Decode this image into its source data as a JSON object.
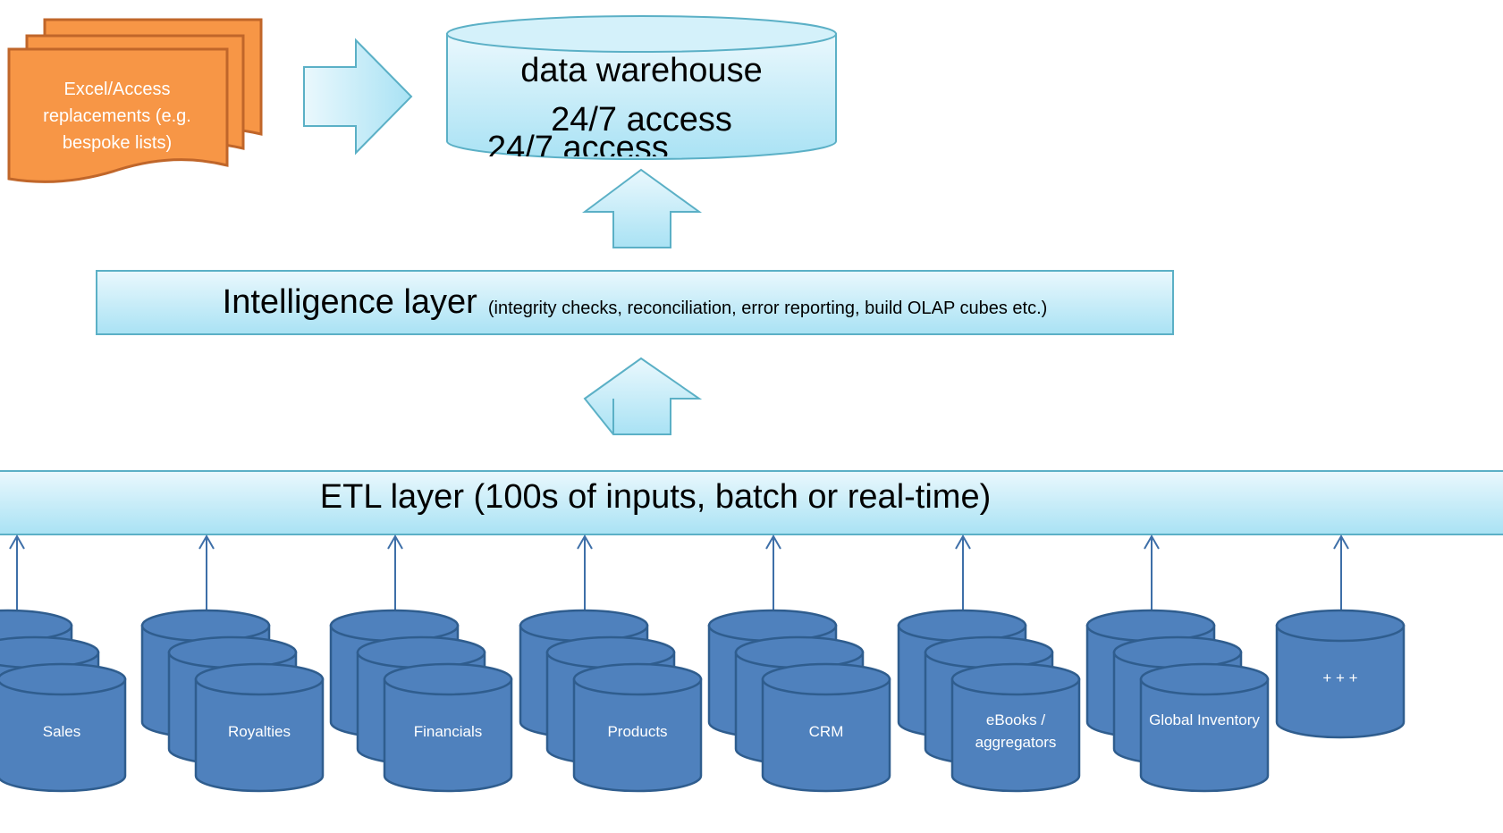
{
  "excel_replacements": {
    "text": "Excel/Access replacements (e.g. bespoke lists)"
  },
  "data_warehouse": {
    "line1": "data warehouse",
    "line2": "24/7 access"
  },
  "intelligence_layer": {
    "title": "Intelligence layer",
    "detail": "(integrity checks, reconciliation, error reporting, build OLAP cubes etc.)"
  },
  "etl_layer": {
    "text": "ETL layer (100s of inputs, batch or real-time)"
  },
  "sources": [
    {
      "label": "Sales"
    },
    {
      "label": "Royalties"
    },
    {
      "label": "Financials"
    },
    {
      "label": "Products"
    },
    {
      "label": "CRM"
    },
    {
      "label": "eBooks / aggregators"
    },
    {
      "label": "Global Inventory"
    },
    {
      "label": "+ + +"
    }
  ],
  "colors": {
    "light_blue_fill": "#c9eef9",
    "light_blue_stroke": "#5bb0c6",
    "db_fill": "#4f81bd",
    "db_stroke": "#2f5d8e",
    "orange_fill": "#f79646",
    "orange_stroke": "#c0662a"
  }
}
